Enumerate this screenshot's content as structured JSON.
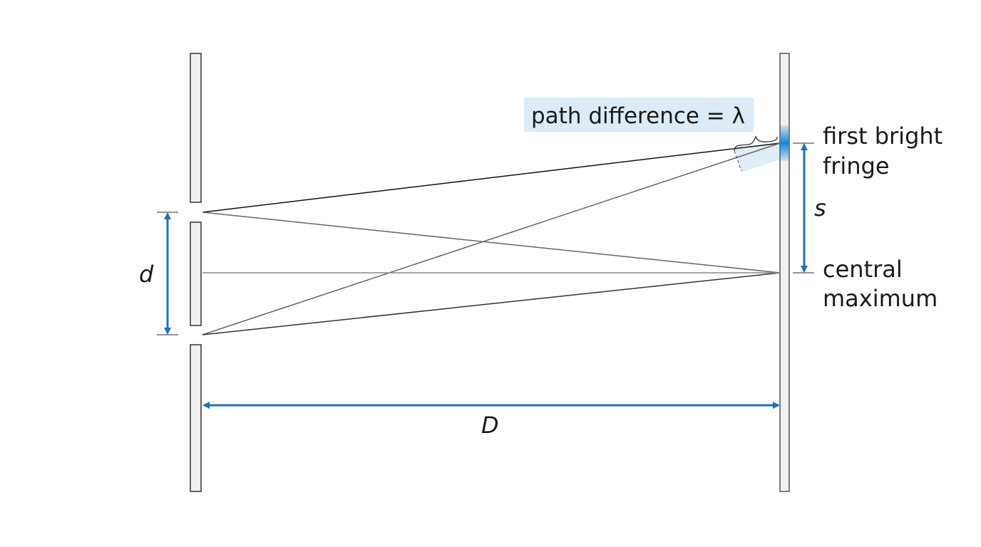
{
  "labels": {
    "path_difference": "path difference = λ",
    "first_bright_fringe_line1": "first bright",
    "first_bright_fringe_line2": "fringe",
    "s": "s",
    "central_maximum_line1": "central",
    "central_maximum_line2": "maximum",
    "d": "d",
    "D": "D"
  },
  "colors": {
    "arrow": "#1f73b7",
    "label_box": "#dcebf6",
    "fringe_highlight": "#1a86d0",
    "barrier_fill": "#f0f0f0",
    "barrier_stroke": "#333333",
    "ray": "#555555"
  }
}
